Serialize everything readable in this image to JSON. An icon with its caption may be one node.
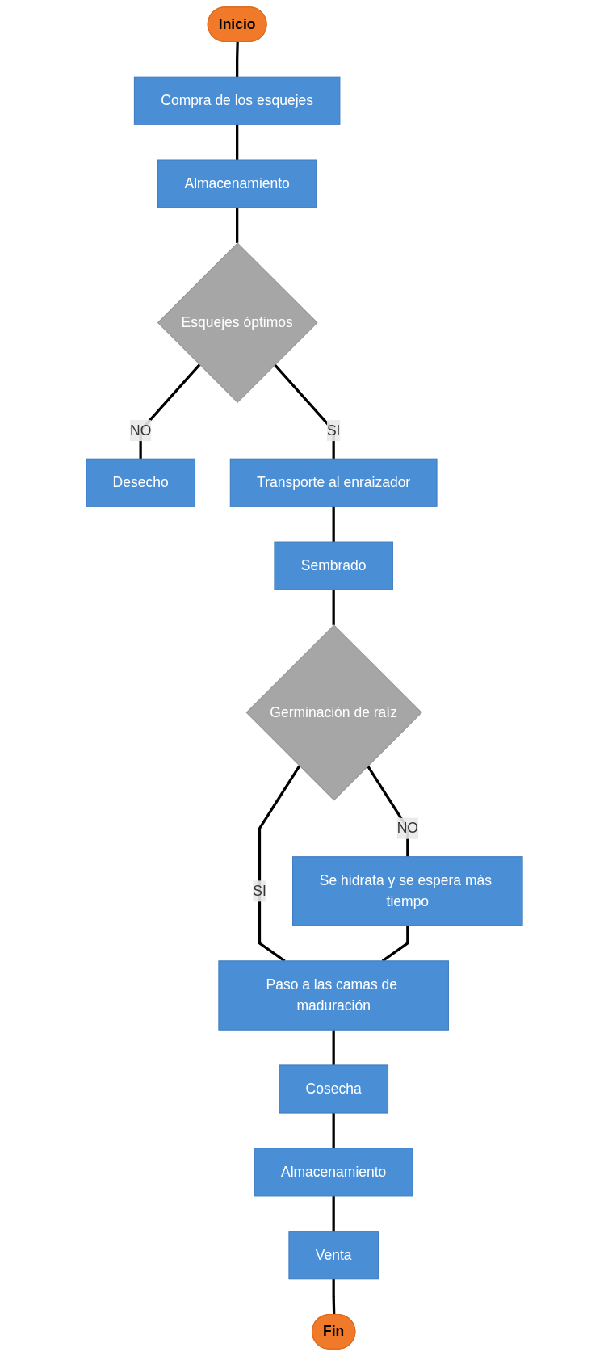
{
  "diagram": {
    "nodes": [
      {
        "text": [
          "Inicio"
        ]
      },
      {
        "text": [
          "Compra de los esquejes"
        ]
      },
      {
        "text": [
          "Almacenamiento"
        ]
      },
      {
        "text": [
          "Esquejes óptimos"
        ]
      },
      {
        "text": [
          "Desecho"
        ]
      },
      {
        "text": [
          "Transporte al enraizador"
        ]
      },
      {
        "text": [
          "Sembrado"
        ]
      },
      {
        "text": [
          "Germinación de raíz"
        ]
      },
      {
        "text": [
          "Se hidrata y se espera más tiempo"
        ]
      },
      {
        "text": [
          "Paso a las camas de maduración"
        ]
      },
      {
        "text": [
          "Cosecha"
        ]
      },
      {
        "text": [
          "Almacenamiento"
        ]
      },
      {
        "text": [
          "Venta"
        ]
      },
      {
        "text": [
          "Fin"
        ]
      }
    ],
    "edges": [
      {
        "from": 0,
        "to": 1,
        "arrow": "none"
      },
      {
        "from": 1,
        "to": 2,
        "arrow": "none"
      },
      {
        "from": 2,
        "to": 3,
        "arrow": "none"
      },
      {
        "from": 3,
        "to": 4,
        "arrow": "none",
        "label": "NO"
      },
      {
        "from": 3,
        "to": 5,
        "arrow": "none",
        "label": "SI"
      },
      {
        "from": 5,
        "to": 6,
        "arrow": "none"
      },
      {
        "from": 6,
        "to": 7,
        "arrow": "none"
      },
      {
        "from": 7,
        "to": 8,
        "arrow": "none",
        "label": "NO"
      },
      {
        "from": 7,
        "to": 9,
        "arrow": "none",
        "label": "SI"
      },
      {
        "from": 8,
        "to": 9,
        "arrow": "none"
      },
      {
        "from": 9,
        "to": 10,
        "arrow": "none"
      },
      {
        "from": 10,
        "to": 11,
        "arrow": "none"
      },
      {
        "from": 11,
        "to": 12,
        "arrow": "none"
      },
      {
        "from": 12,
        "to": 13,
        "arrow": "none"
      }
    ]
  }
}
